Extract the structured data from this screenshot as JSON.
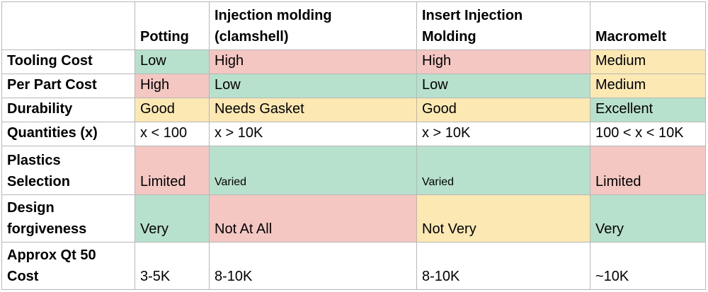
{
  "colors": {
    "green": "#b7e1cd",
    "red": "#f4c7c3",
    "yellow": "#fce8b2",
    "none": "#ffffff"
  },
  "table": {
    "columns": [
      {
        "label": ""
      },
      {
        "label": "Potting"
      },
      {
        "label": "Injection molding\n(clamshell)"
      },
      {
        "label": "Insert Injection\nMolding"
      },
      {
        "label": "Macromelt"
      }
    ],
    "rows": [
      {
        "label": "Tooling Cost",
        "cells": [
          {
            "text": "Low",
            "color": "green"
          },
          {
            "text": "High",
            "color": "red"
          },
          {
            "text": "High",
            "color": "red"
          },
          {
            "text": "Medium",
            "color": "yellow"
          }
        ]
      },
      {
        "label": "Per Part Cost",
        "cells": [
          {
            "text": "High",
            "color": "red"
          },
          {
            "text": "Low",
            "color": "green"
          },
          {
            "text": "Low",
            "color": "green"
          },
          {
            "text": "Medium",
            "color": "yellow"
          }
        ]
      },
      {
        "label": "Durability",
        "cells": [
          {
            "text": "Good",
            "color": "yellow"
          },
          {
            "text": "Needs Gasket",
            "color": "yellow"
          },
          {
            "text": "Good",
            "color": "yellow"
          },
          {
            "text": "Excellent",
            "color": "green"
          }
        ]
      },
      {
        "label": "Quantities (x)",
        "cells": [
          {
            "text": "x < 100",
            "color": "none"
          },
          {
            "text": "x > 10K",
            "color": "none"
          },
          {
            "text": "x > 10K",
            "color": "none"
          },
          {
            "text": "100 < x < 10K",
            "color": "none"
          }
        ]
      },
      {
        "label": "Plastics\nSelection",
        "cells": [
          {
            "text": "Limited",
            "color": "red"
          },
          {
            "text": "Varied",
            "color": "green",
            "small": true
          },
          {
            "text": "Varied",
            "color": "green",
            "small": true
          },
          {
            "text": "Limited",
            "color": "red"
          }
        ]
      },
      {
        "label": "Design\nforgiveness",
        "cells": [
          {
            "text": "Very",
            "color": "green"
          },
          {
            "text": "Not At All",
            "color": "red"
          },
          {
            "text": "Not Very",
            "color": "yellow"
          },
          {
            "text": "Very",
            "color": "green"
          }
        ]
      },
      {
        "label": "Approx Qt 50\nCost",
        "cells": [
          {
            "text": "3-5K",
            "color": "none"
          },
          {
            "text": "8-10K",
            "color": "none"
          },
          {
            "text": "8-10K",
            "color": "none"
          },
          {
            "text": "~10K",
            "color": "none"
          }
        ]
      }
    ]
  }
}
